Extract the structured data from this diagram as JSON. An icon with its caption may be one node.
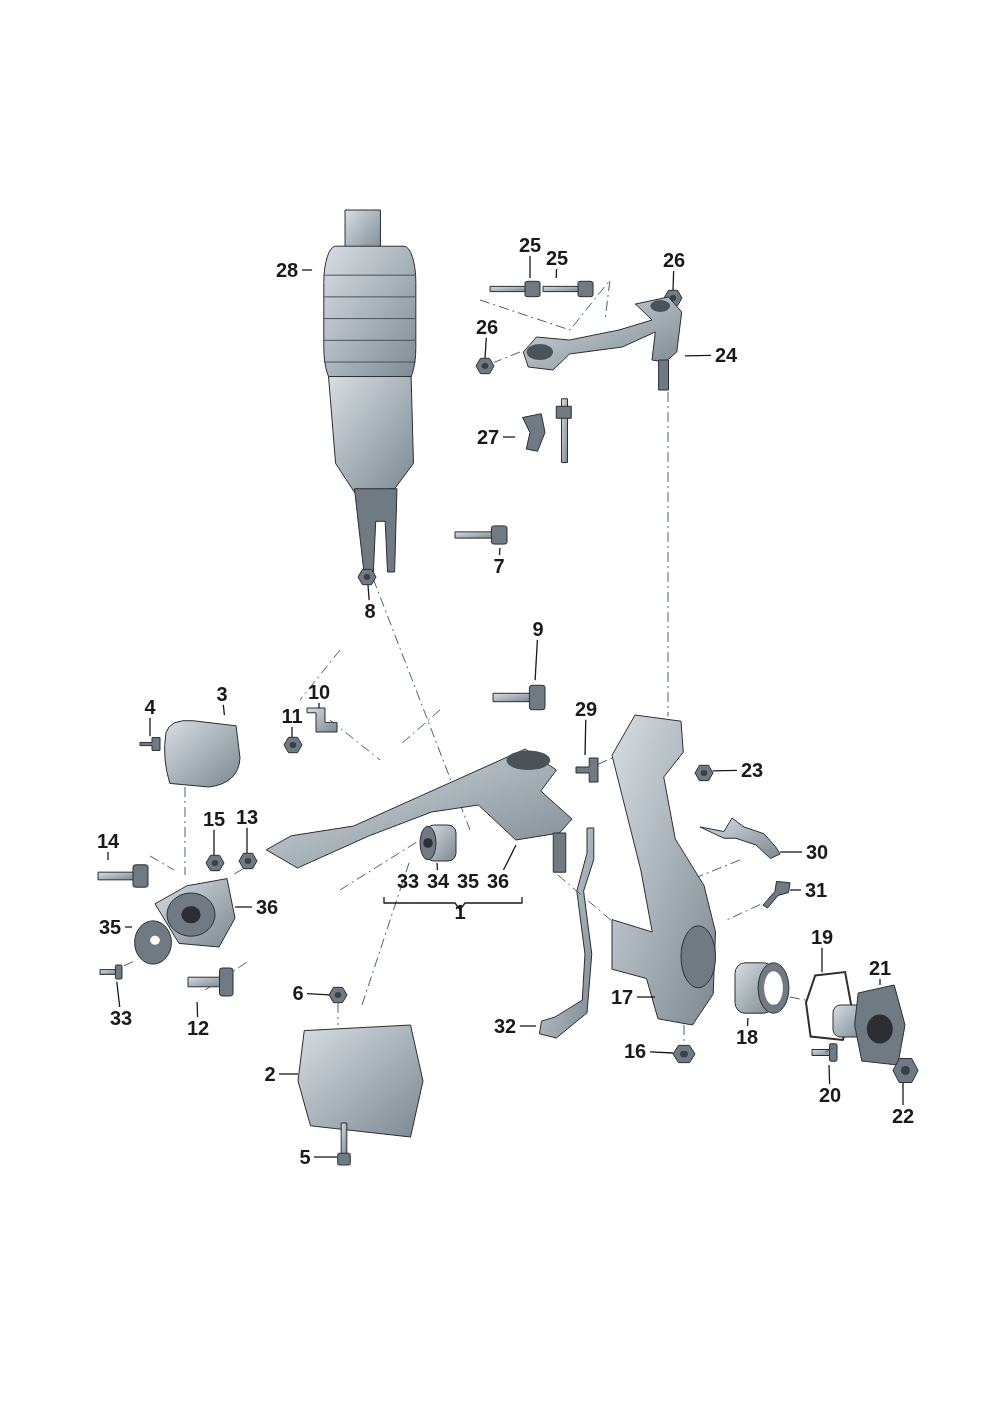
{
  "diagram": {
    "nodes": [
      {
        "text": [
          "28"
        ]
      },
      {
        "text": [
          "25"
        ]
      },
      {
        "text": [
          "25"
        ]
      },
      {
        "text": [
          "26"
        ]
      },
      {
        "text": [
          "24"
        ]
      },
      {
        "text": [
          "26"
        ]
      },
      {
        "text": [
          "27"
        ]
      },
      {
        "text": [
          "7"
        ]
      },
      {
        "text": [
          "8"
        ]
      },
      {
        "text": [
          "9"
        ]
      },
      {
        "text": [
          "10"
        ]
      },
      {
        "text": [
          "11"
        ]
      },
      {
        "text": [
          "4"
        ]
      },
      {
        "text": [
          "3"
        ]
      },
      {
        "text": [
          "29"
        ]
      },
      {
        "text": [
          "23"
        ]
      },
      {
        "text": [
          "30"
        ]
      },
      {
        "text": [
          "31"
        ]
      },
      {
        "text": [
          "34"
        ]
      },
      {
        "text": [
          "36"
        ]
      },
      {
        "text": [
          "14"
        ]
      },
      {
        "text": [
          "15"
        ]
      },
      {
        "text": [
          "13"
        ]
      },
      {
        "text": [
          "36"
        ]
      },
      {
        "text": [
          "35"
        ]
      },
      {
        "text": [
          "33"
        ]
      },
      {
        "text": [
          "12"
        ]
      },
      {
        "text": [
          "6"
        ]
      },
      {
        "text": [
          "2"
        ]
      },
      {
        "text": [
          "5"
        ]
      },
      {
        "text": [
          "17"
        ]
      },
      {
        "text": [
          "32"
        ]
      },
      {
        "text": [
          "16"
        ]
      },
      {
        "text": [
          "18"
        ]
      },
      {
        "text": [
          "19"
        ]
      },
      {
        "text": [
          "21"
        ]
      },
      {
        "text": [
          "20"
        ]
      },
      {
        "text": [
          "22"
        ]
      },
      {
        "text": [],
        "shape": "picture"
      },
      {
        "text": [],
        "shape": "picture"
      },
      {
        "text": [],
        "shape": "picture"
      },
      {
        "text": [],
        "shape": "picture"
      },
      {
        "text": [],
        "shape": "picture"
      },
      {
        "text": [],
        "shape": "picture"
      },
      {
        "text": [],
        "shape": "picture"
      },
      {
        "text": [],
        "shape": "picture"
      },
      {
        "text": [],
        "shape": "picture"
      },
      {
        "text": [],
        "shape": "picture"
      },
      {
        "text": [],
        "shape": "picture"
      },
      {
        "text": [],
        "shape": "picture"
      },
      {
        "text": [],
        "shape": "picture"
      },
      {
        "text": [],
        "shape": "picture"
      },
      {
        "text": [],
        "shape": "picture"
      },
      {
        "text": [],
        "shape": "picture"
      },
      {
        "text": [],
        "shape": "picture"
      },
      {
        "text": [],
        "shape": "picture"
      },
      {
        "text": [],
        "shape": "picture"
      },
      {
        "text": [],
        "shape": "picture"
      },
      {
        "text": [],
        "shape": "picture"
      },
      {
        "text": [],
        "shape": "picture"
      },
      {
        "text": [],
        "shape": "picture"
      },
      {
        "text": [],
        "shape": "picture"
      },
      {
        "text": [],
        "shape": "picture"
      },
      {
        "text": [],
        "shape": "picture"
      },
      {
        "text": [],
        "shape": "picture"
      },
      {
        "text": [],
        "shape": "picture"
      },
      {
        "text": [],
        "shape": "picture"
      },
      {
        "text": [],
        "shape": "picture"
      },
      {
        "text": [],
        "shape": "picture"
      },
      {
        "text": [],
        "shape": "picture"
      },
      {
        "text": [],
        "shape": "picture"
      },
      {
        "text": [],
        "shape": "picture"
      },
      {
        "text": [],
        "shape": "picture"
      },
      {
        "text": [],
        "shape": "picture"
      },
      {
        "text": [],
        "shape": "picture"
      },
      {
        "text": [],
        "shape": "picture"
      }
    ],
    "edges": [
      {
        "from": 0,
        "to": 38,
        "arrow": "none"
      },
      {
        "from": 1,
        "to": 39,
        "arrow": "none"
      },
      {
        "from": 2,
        "to": 40,
        "arrow": "none"
      },
      {
        "from": 3,
        "to": 41,
        "arrow": "none"
      },
      {
        "from": 4,
        "to": 42,
        "arrow": "none"
      },
      {
        "from": 5,
        "to": 43,
        "arrow": "none"
      },
      {
        "from": 6,
        "to": 44,
        "arrow": "none"
      },
      {
        "from": 7,
        "to": 45,
        "arrow": "none"
      },
      {
        "from": 8,
        "to": 46,
        "arrow": "none"
      },
      {
        "from": 9,
        "to": 47,
        "arrow": "none"
      },
      {
        "from": 10,
        "to": 48,
        "arrow": "none"
      },
      {
        "from": 11,
        "to": 49,
        "arrow": "none"
      },
      {
        "from": 12,
        "to": 50,
        "arrow": "none"
      },
      {
        "from": 13,
        "to": 51,
        "arrow": "none"
      },
      {
        "from": 14,
        "to": 52,
        "arrow": "none"
      },
      {
        "from": 15,
        "to": 53,
        "arrow": "none"
      },
      {
        "from": 16,
        "to": 54,
        "arrow": "none"
      },
      {
        "from": 17,
        "to": 55,
        "arrow": "none"
      },
      {
        "from": 18,
        "to": 57,
        "arrow": "none"
      },
      {
        "from": 19,
        "to": 56,
        "arrow": "none"
      },
      {
        "from": 20,
        "to": 58,
        "arrow": "none"
      },
      {
        "from": 21,
        "to": 59,
        "arrow": "none"
      },
      {
        "from": 22,
        "to": 60,
        "arrow": "none"
      },
      {
        "from": 23,
        "to": 61,
        "arrow": "none"
      },
      {
        "from": 24,
        "to": 62,
        "arrow": "none"
      },
      {
        "from": 25,
        "to": 63,
        "arrow": "none"
      },
      {
        "from": 26,
        "to": 64,
        "arrow": "none"
      },
      {
        "from": 27,
        "to": 65,
        "arrow": "none"
      },
      {
        "from": 28,
        "to": 66,
        "arrow": "none"
      },
      {
        "from": 29,
        "to": 67,
        "arrow": "none"
      },
      {
        "from": 30,
        "to": 68,
        "arrow": "none"
      },
      {
        "from": 31,
        "to": 69,
        "arrow": "none"
      },
      {
        "from": 32,
        "to": 70,
        "arrow": "none"
      },
      {
        "from": 33,
        "to": 71,
        "arrow": "none"
      },
      {
        "from": 34,
        "to": 72,
        "arrow": "none"
      },
      {
        "from": 35,
        "to": 73,
        "arrow": "none"
      },
      {
        "from": 36,
        "to": 74,
        "arrow": "none"
      },
      {
        "from": 37,
        "to": 75,
        "arrow": "none"
      },
      {
        "from": 42,
        "to": 68,
        "arrow": "none",
        "style": "dashed",
        "color": "#4a6070"
      },
      {
        "from": 56,
        "to": 68,
        "arrow": "none",
        "style": "dashed",
        "color": "#4a6070"
      },
      {
        "from": 51,
        "to": 61,
        "arrow": "none",
        "style": "dashed",
        "color": "#4a6070"
      },
      {
        "from": 42,
        "to": 43,
        "arrow": "none",
        "style": "dashed",
        "color": "#4a6070"
      },
      {
        "from": 55,
        "to": 68,
        "arrow": "none",
        "style": "dashed",
        "color": "#4a6070"
      },
      {
        "from": 71,
        "to": 72,
        "arrow": "none",
        "style": "dashed",
        "color": "#4a6070"
      },
      {
        "from": 73,
        "to": 74,
        "arrow": "none",
        "style": "dashed",
        "color": "#4a6070"
      },
      {
        "from": 65,
        "to": 66,
        "arrow": "none",
        "style": "dashed",
        "color": "#4a6070"
      },
      {
        "from": 68,
        "to": 70,
        "arrow": "none",
        "style": "dashed",
        "color": "#4a6070"
      },
      {
        "from": 62,
        "to": 63,
        "arrow": "none",
        "style": "dashed",
        "color": "#4a6070"
      },
      {
        "from": 52,
        "to": 68,
        "arrow": "none",
        "style": "dashed",
        "color": "#4a6070"
      },
      {
        "from": 60,
        "to": 61,
        "arrow": "none",
        "style": "dashed",
        "color": "#4a6070"
      }
    ],
    "labels": [
      "33",
      "35",
      "1"
    ]
  }
}
